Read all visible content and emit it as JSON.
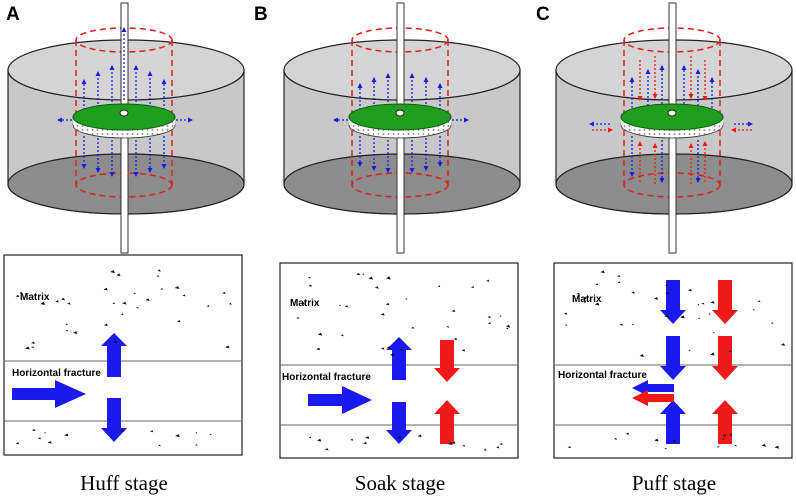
{
  "panels": [
    {
      "letter": "A",
      "matrix_label": "Matrix",
      "fracture_label": "Horizontal fracture",
      "caption": "Huff stage"
    },
    {
      "letter": "B",
      "matrix_label": "Matrix",
      "fracture_label": "Horizontal fracture",
      "caption": "Soak stage"
    },
    {
      "letter": "C",
      "matrix_label": "Matrix",
      "fracture_label": "Horizontal fracture",
      "caption": "Puff stage"
    }
  ],
  "colors": {
    "cylinder_fill": "#c8c8c8",
    "cylinder_bottom": "#8c8c8c",
    "fracture_disc": "#1e9e1e",
    "dashed_zone": "#e02020",
    "injection_arrow": "#1a1aee",
    "production_arrow": "#ee1a1a"
  }
}
